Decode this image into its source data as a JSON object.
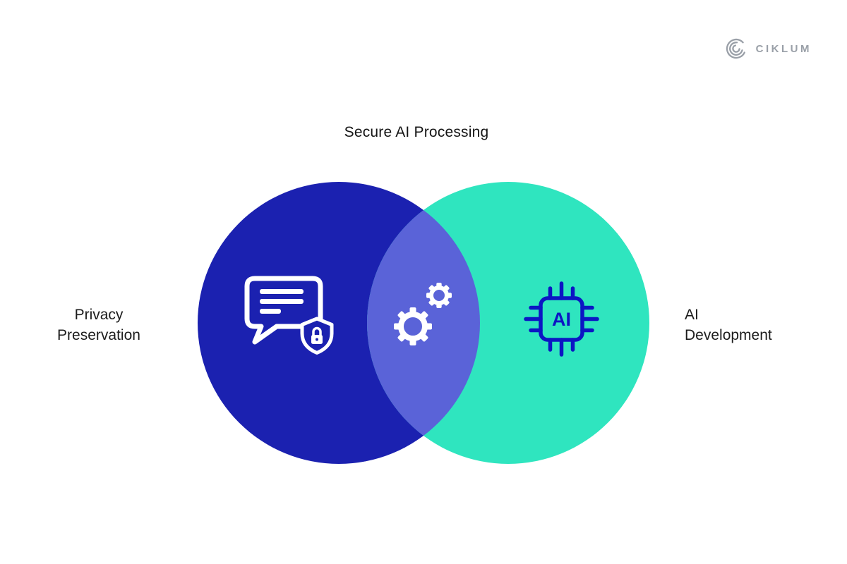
{
  "title": "Secure AI Processing",
  "logo": {
    "text": "CIKLUM",
    "mark_icon": "ciklum-arcs-icon",
    "color": "#9aa0a8"
  },
  "venn": {
    "left": {
      "label_lines": [
        "Privacy",
        "Preservation"
      ],
      "color": "#1b21b0",
      "icon": "chat-shield-icon"
    },
    "right": {
      "label_lines": [
        "AI",
        "Development"
      ],
      "color": "#2fe5bf",
      "icon": "ai-chip-icon",
      "icon_color": "#0c16c4",
      "chip_text": "AI"
    },
    "overlap": {
      "color": "#5a63d8",
      "icon": "gears-icon"
    }
  }
}
